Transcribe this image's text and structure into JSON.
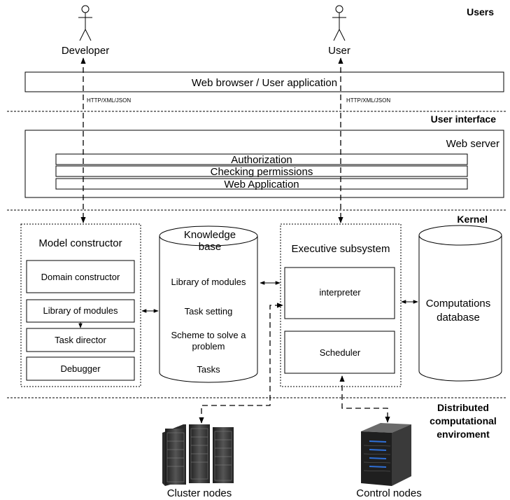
{
  "layers": {
    "users": "Users",
    "user_interface": "User interface",
    "kernel": "Kernel",
    "distributed_line1": "Distributed",
    "distributed_line2": "computational",
    "distributed_line3": "enviroment"
  },
  "actors": {
    "developer": "Developer",
    "user": "User"
  },
  "browser": "Web browser / User application",
  "protocol_left": "HTTP/XML/JSON",
  "protocol_right": "HTTP/XML/JSON",
  "web_server": {
    "title": "Web server",
    "authorization": "Authorization",
    "checking_permissions": "Checking permissions",
    "web_application": "Web Application"
  },
  "model_constructor": {
    "title": "Model constructor",
    "domain_constructor": "Domain constructor",
    "library_of_modules": "Library of modules",
    "task_director": "Task director",
    "debugger": "Debugger"
  },
  "knowledge_base": {
    "title_line1": "Knowledge",
    "title_line2": "base",
    "library_of_modules": "Library of modules",
    "task_setting": "Task setting",
    "scheme_line1": "Scheme to solve a",
    "scheme_line2": "problem",
    "tasks": "Tasks"
  },
  "executive": {
    "title": "Executive subsystem",
    "interpreter": "interpreter",
    "scheduler": "Scheduler"
  },
  "computations_db": {
    "line1": "Computations",
    "line2": "database"
  },
  "nodes": {
    "cluster": "Cluster nodes",
    "control": "Control nodes"
  }
}
